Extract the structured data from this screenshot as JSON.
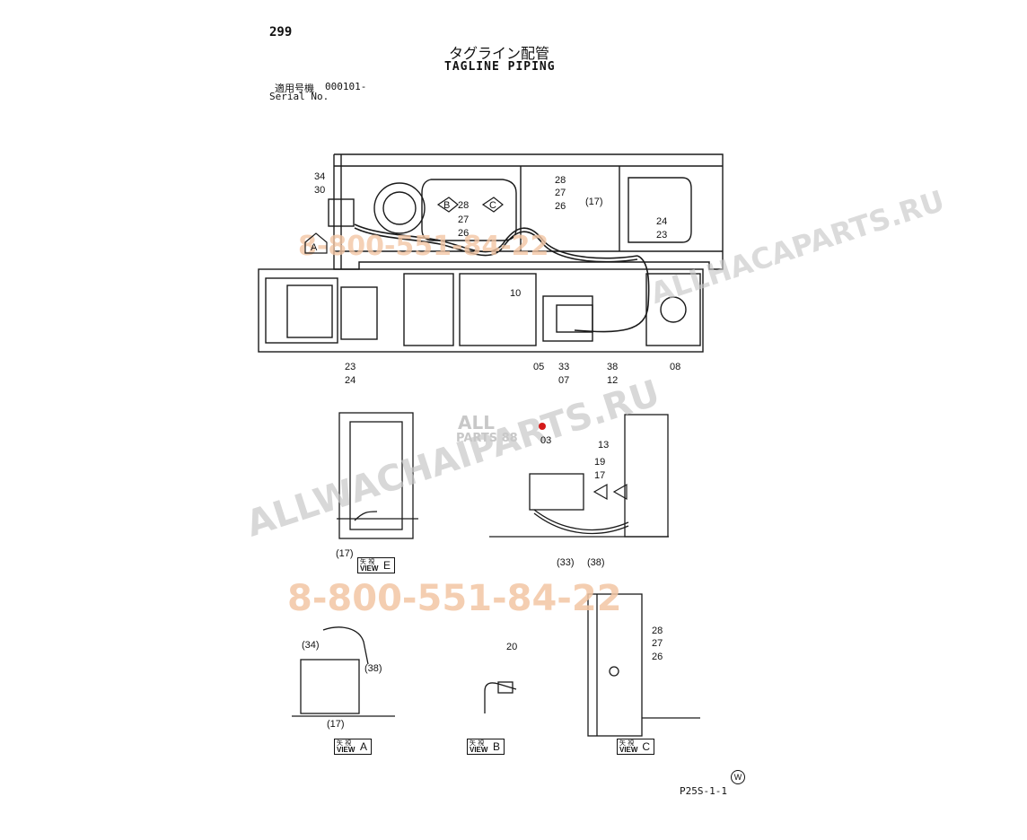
{
  "header": {
    "page_number": "299",
    "title_jp": "タグライン配管",
    "title_en": "TAGLINE PIPING",
    "serial_label_jp": "適用号機",
    "serial_value": "000101-",
    "serial_label_en": "Serial No."
  },
  "footer": {
    "drawing_code": "P25S-1-1",
    "w_mark": "W"
  },
  "views": {
    "kanji": "矢 視",
    "word": "VIEW",
    "a": "A",
    "b": "B",
    "c": "C",
    "e": "E"
  },
  "callouts": {
    "c34": "34",
    "c30": "30",
    "c28a": "28",
    "c27a": "27",
    "c26a": "26",
    "c28b": "28",
    "c27b": "27",
    "c26b": "26",
    "c17a": "(17)",
    "c24a": "24",
    "c23a": "23",
    "c10": "10",
    "c05": "05",
    "c33": "33",
    "c07": "07",
    "c38": "38",
    "c12": "12",
    "c08": "08",
    "c23b": "23",
    "c24b": "24",
    "c03": "03",
    "c13": "13",
    "c19": "19",
    "c17b": "17",
    "c17c": "(17)",
    "c33b": "(33)",
    "c38b": "(38)",
    "c34b": "(34)",
    "c38c": "(38)",
    "c17d": "(17)",
    "c20": "20",
    "c28c": "28",
    "c27c": "27",
    "c26c": "26",
    "marker_a": "A",
    "marker_b": "B",
    "marker_c": "C"
  },
  "watermarks": {
    "phone_1": "8-800-551-84-22",
    "phone_2": "8-800-551-84-22",
    "site": "ALLHACAPARTS.RU",
    "site_2": "ALLWACHAIPARTS.RU",
    "logo_1": "ALL",
    "logo_2": "PARTS 88"
  },
  "colors": {
    "line": "#1a1a1a",
    "watermark_orange": "#f3c6a4",
    "watermark_grey": "#c8c8c8",
    "marker_red": "#d41a1a"
  }
}
